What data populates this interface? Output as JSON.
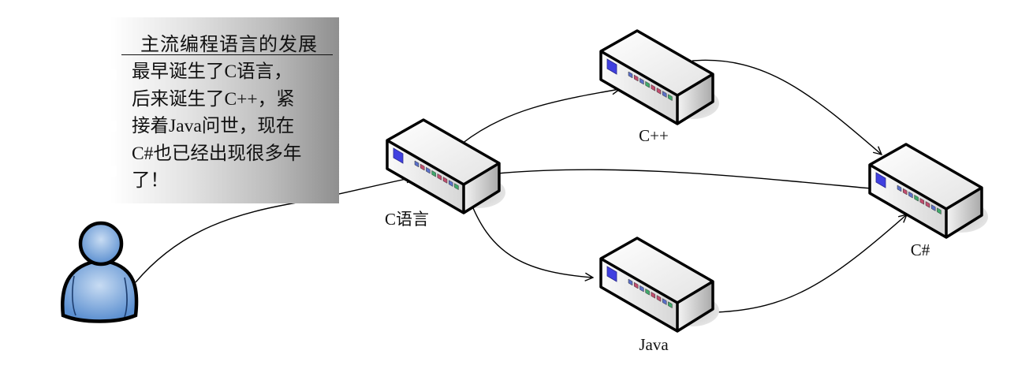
{
  "callout": {
    "title": "主流编程语言的发展",
    "lines": [
      "最早诞生了C语言，",
      "后来诞生了C++，紧",
      "接着Java问世，现在",
      "C#也已经出现很多年",
      "了！"
    ]
  },
  "actor": {
    "icon": "user-icon"
  },
  "nodes": [
    {
      "id": "c",
      "label": "C语言",
      "icon": "server-box-icon"
    },
    {
      "id": "cpp",
      "label": "C++",
      "icon": "server-box-icon"
    },
    {
      "id": "java",
      "label": "Java",
      "icon": "server-box-icon"
    },
    {
      "id": "csharp",
      "label": "C#",
      "icon": "server-box-icon"
    }
  ],
  "edges": [
    {
      "from": "user",
      "to": "c"
    },
    {
      "from": "c",
      "to": "cpp"
    },
    {
      "from": "c",
      "to": "csharp"
    },
    {
      "from": "c",
      "to": "java"
    },
    {
      "from": "cpp",
      "to": "csharp"
    },
    {
      "from": "java",
      "to": "csharp"
    }
  ],
  "colors": {
    "user_fill": "#6f9fd8",
    "user_outline": "#000000",
    "device_face": "#e8e8e8",
    "device_screen": "#4040e0",
    "led_colors": [
      "#5a6fc8",
      "#c04d6e",
      "#5a6fc8",
      "#3fa86a",
      "#c04d6e",
      "#c04d6e",
      "#5a6fc8",
      "#3fa86a"
    ]
  }
}
